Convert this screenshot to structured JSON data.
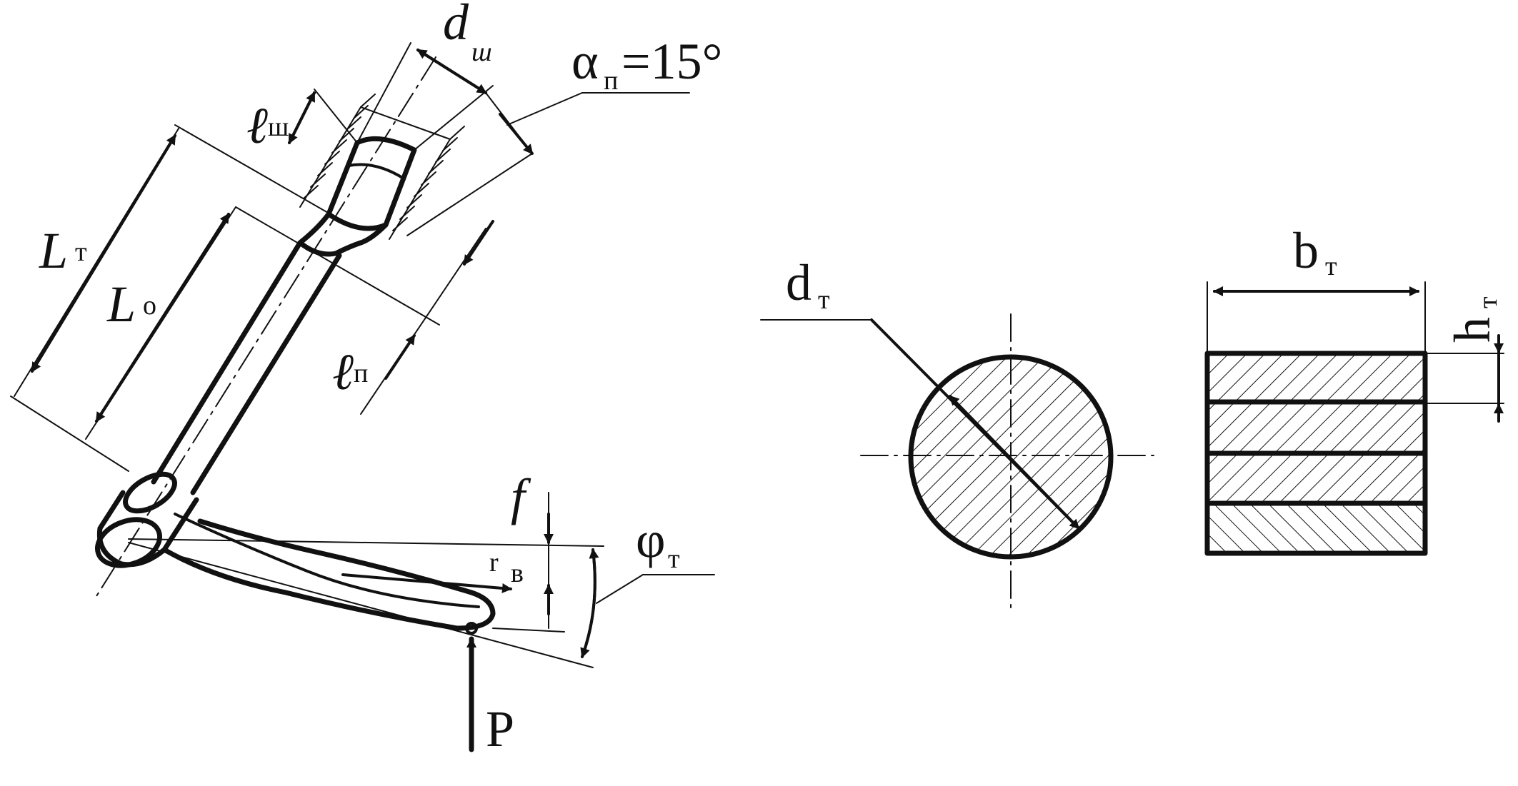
{
  "labels": {
    "d_sh": "d",
    "d_sh_sub": "ш",
    "alpha": "α",
    "alpha_sub": "п",
    "alpha_val": "=15°",
    "l_sh": "ℓ",
    "l_sh_sub": "ш",
    "L_t": "L",
    "L_t_sub": "т",
    "L_o": "L",
    "L_o_sub": "о",
    "l_p": "ℓ",
    "l_p_sub": "п",
    "f": "f",
    "r_v": "r",
    "r_v_sub": "в",
    "phi": "φ",
    "phi_sub": "т",
    "P": "P",
    "d_t": "d",
    "d_t_sub": "т",
    "b_t": "b",
    "b_t_sub": "т",
    "h_t": "h",
    "h_t_sub": "т"
  }
}
